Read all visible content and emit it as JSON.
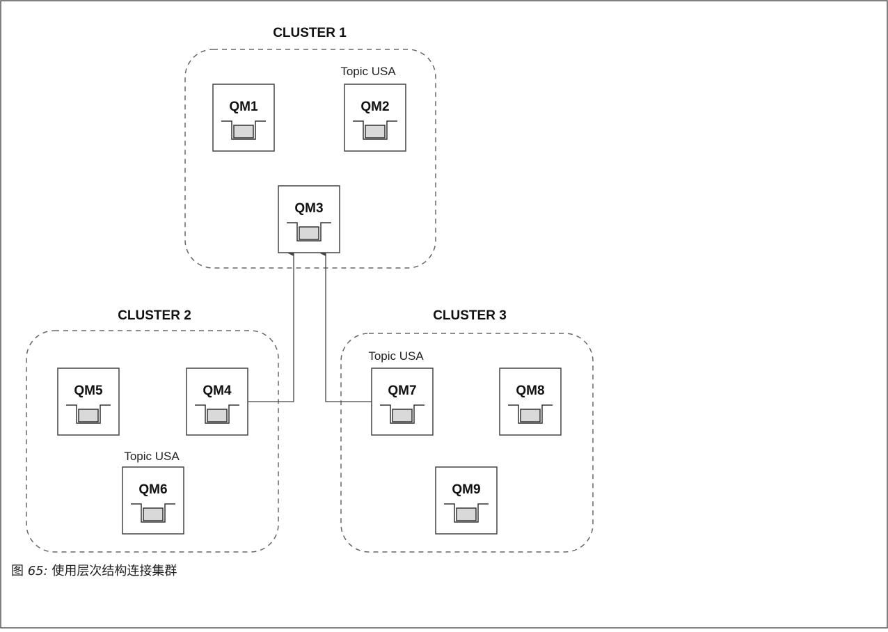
{
  "clusters": [
    {
      "title": "CLUSTER 1"
    },
    {
      "title": "CLUSTER 2"
    },
    {
      "title": "CLUSTER 3"
    }
  ],
  "queue_managers": [
    {
      "label": "QM1"
    },
    {
      "label": "QM2"
    },
    {
      "label": "QM3"
    },
    {
      "label": "QM4"
    },
    {
      "label": "QM5"
    },
    {
      "label": "QM6"
    },
    {
      "label": "QM7"
    },
    {
      "label": "QM8"
    },
    {
      "label": "QM9"
    }
  ],
  "topics": [
    {
      "label": "Topic USA",
      "qm": "QM2"
    },
    {
      "label": "Topic USA",
      "qm": "QM6"
    },
    {
      "label": "Topic USA",
      "qm": "QM7"
    }
  ],
  "connections": [
    {
      "from": "QM4",
      "to": "QM3"
    },
    {
      "from": "QM7",
      "to": "QM3"
    }
  ],
  "caption": {
    "prefix": "图 ",
    "number": "65:",
    "text": " 使用层次结构连接集群"
  }
}
